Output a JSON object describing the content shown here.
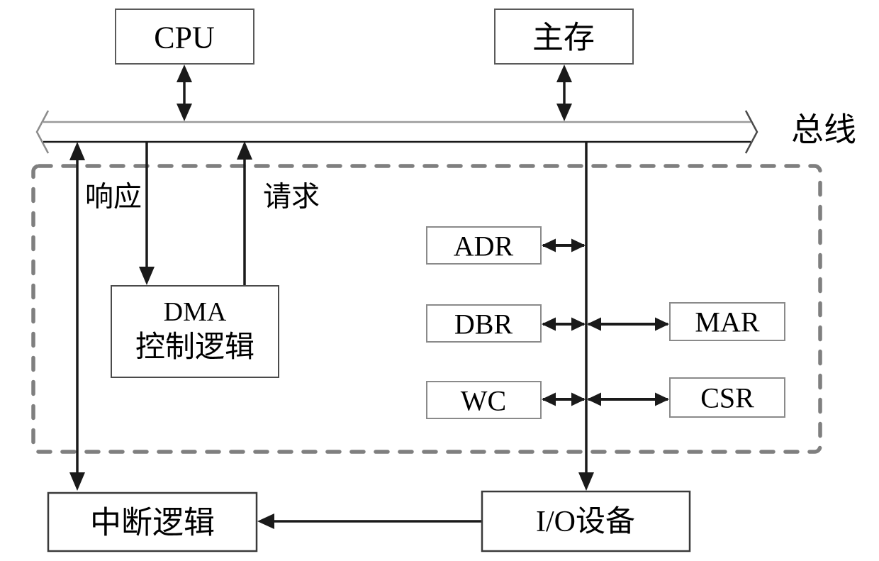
{
  "diagram": {
    "nodes": {
      "cpu": "CPU",
      "main_memory": "主存",
      "dma_control_line1": "DMA",
      "dma_control_line2": "控制逻辑",
      "adr": "ADR",
      "dbr": "DBR",
      "wc": "WC",
      "mar": "MAR",
      "csr": "CSR",
      "interrupt_logic": "中断逻辑",
      "io_device": "I/O设备"
    },
    "labels": {
      "bus": "总线",
      "response": "响应",
      "request": "请求"
    },
    "colors": {
      "line": "#1a1a1a",
      "bus_top_line": "#9a9a9a",
      "bus_arrow_outline": "#6e6e6e",
      "dashed_border": "#7f7f7f",
      "box_border_light": "#8a8a8a",
      "box_border_mid": "#5a5a5a",
      "box_border_dark": "#3a3a3a",
      "text": "#000000",
      "background": "#ffffff"
    }
  }
}
